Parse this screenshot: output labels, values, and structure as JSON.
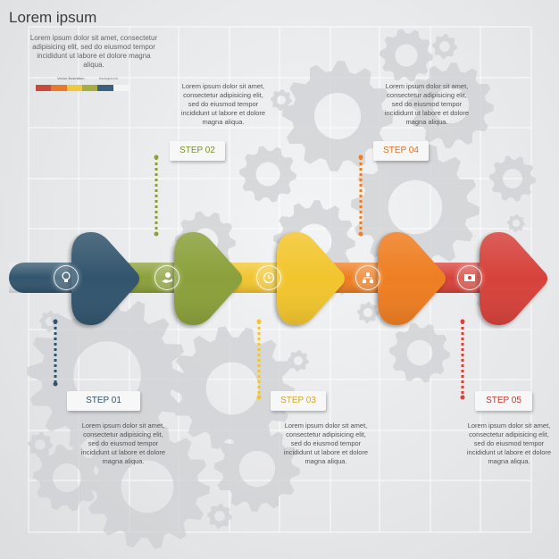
{
  "title": "Lorem ipsum",
  "intro_text": "Lorem ipsum dolor sit amet, consectetur adipisicing elit, sed do eiusmod tempor incididunt ut labore et dolore magna aliqua.",
  "small_label": "Vector illustration",
  "small_label_2": "background",
  "palette": [
    "#c94a39",
    "#e8782a",
    "#f0c93a",
    "#a8ae3e",
    "#3a6180",
    "#f4f4f4"
  ],
  "steps": [
    {
      "label": "STEP 01",
      "color": "#31546d",
      "text_color": "#2e5470",
      "icon": "lightbulb-icon",
      "desc": "Lorem ipsum dolor sit amet, consectetur adipisicing elit, sed do eiusmod tempor incididunt ut labore et dolore magna aliqua."
    },
    {
      "label": "STEP 02",
      "color": "#8ba03a",
      "text_color": "#7a8f2e",
      "icon": "money-hand-icon",
      "desc": "Lorem ipsum dolor sit amet, consectetur adipisicing elit, sed do eiusmod tempor incididunt ut labore et dolore magna aliqua."
    },
    {
      "label": "STEP 03",
      "color": "#f2c52e",
      "text_color": "#d7a720",
      "icon": "clock-icon",
      "desc": "Lorem ipsum dolor sit amet, consectetur adipisicing elit, sed do eiusmod tempor incididunt ut labore et dolore magna aliqua."
    },
    {
      "label": "STEP 04",
      "color": "#ee7e22",
      "text_color": "#e07020",
      "icon": "hierarchy-icon",
      "desc": "Lorem ipsum dolor sit amet, consectetur adipisicing elit, sed do eiusmod tempor incididunt ut labore et dolore magna aliqua."
    },
    {
      "label": "STEP 05",
      "color": "#d6423a",
      "text_color": "#c9382f",
      "icon": "money-bill-icon",
      "desc": "Lorem ipsum dolor sit amet, consectetur adipisicing elit, sed do eiusmod tempor incididunt ut labore et dolore magna aliqua."
    }
  ]
}
